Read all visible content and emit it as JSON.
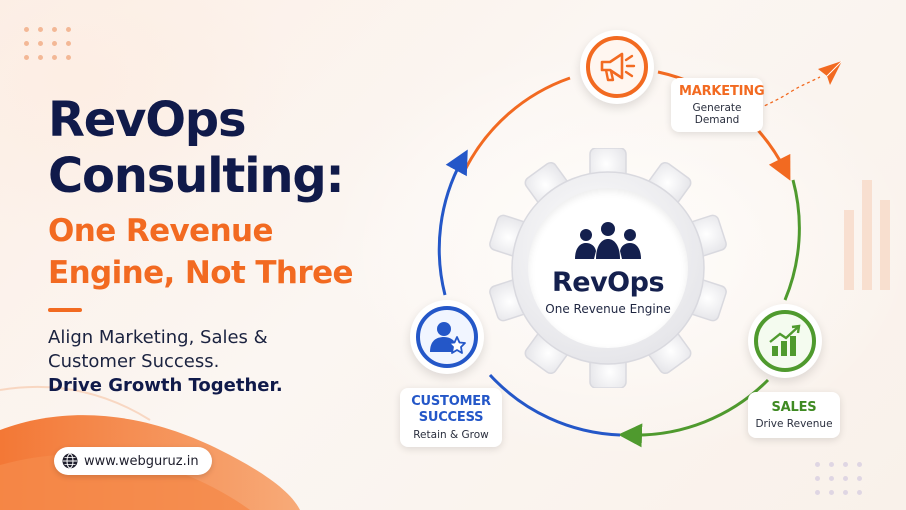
{
  "headline": {
    "title": "RevOps\nConsulting:",
    "subtitle": "One Revenue\nEngine, Not Three",
    "tagline": "Align Marketing, Sales &\nCustomer Success.",
    "tagline_strong": "Drive Growth Together."
  },
  "website": {
    "url": "www.webguruz.in",
    "icon": "globe-icon"
  },
  "hub": {
    "title": "RevOps",
    "subtitle": "One Revenue Engine",
    "icon": "team-icon"
  },
  "stages": {
    "marketing": {
      "title": "MARKETING",
      "subtitle": "Generate Demand",
      "icon": "megaphone-icon",
      "color": "#f26a21"
    },
    "sales": {
      "title": "SALES",
      "subtitle": "Drive Revenue",
      "icon": "growth-chart-icon",
      "color": "#4f9a2e"
    },
    "customer_success": {
      "title": "CUSTOMER\nSUCCESS",
      "subtitle": "Retain & Grow",
      "icon": "user-star-icon",
      "color": "#2457c8"
    }
  },
  "colors": {
    "navy": "#101a4a",
    "orange": "#f26a21",
    "green": "#4f9a2e",
    "blue": "#2457c8"
  }
}
